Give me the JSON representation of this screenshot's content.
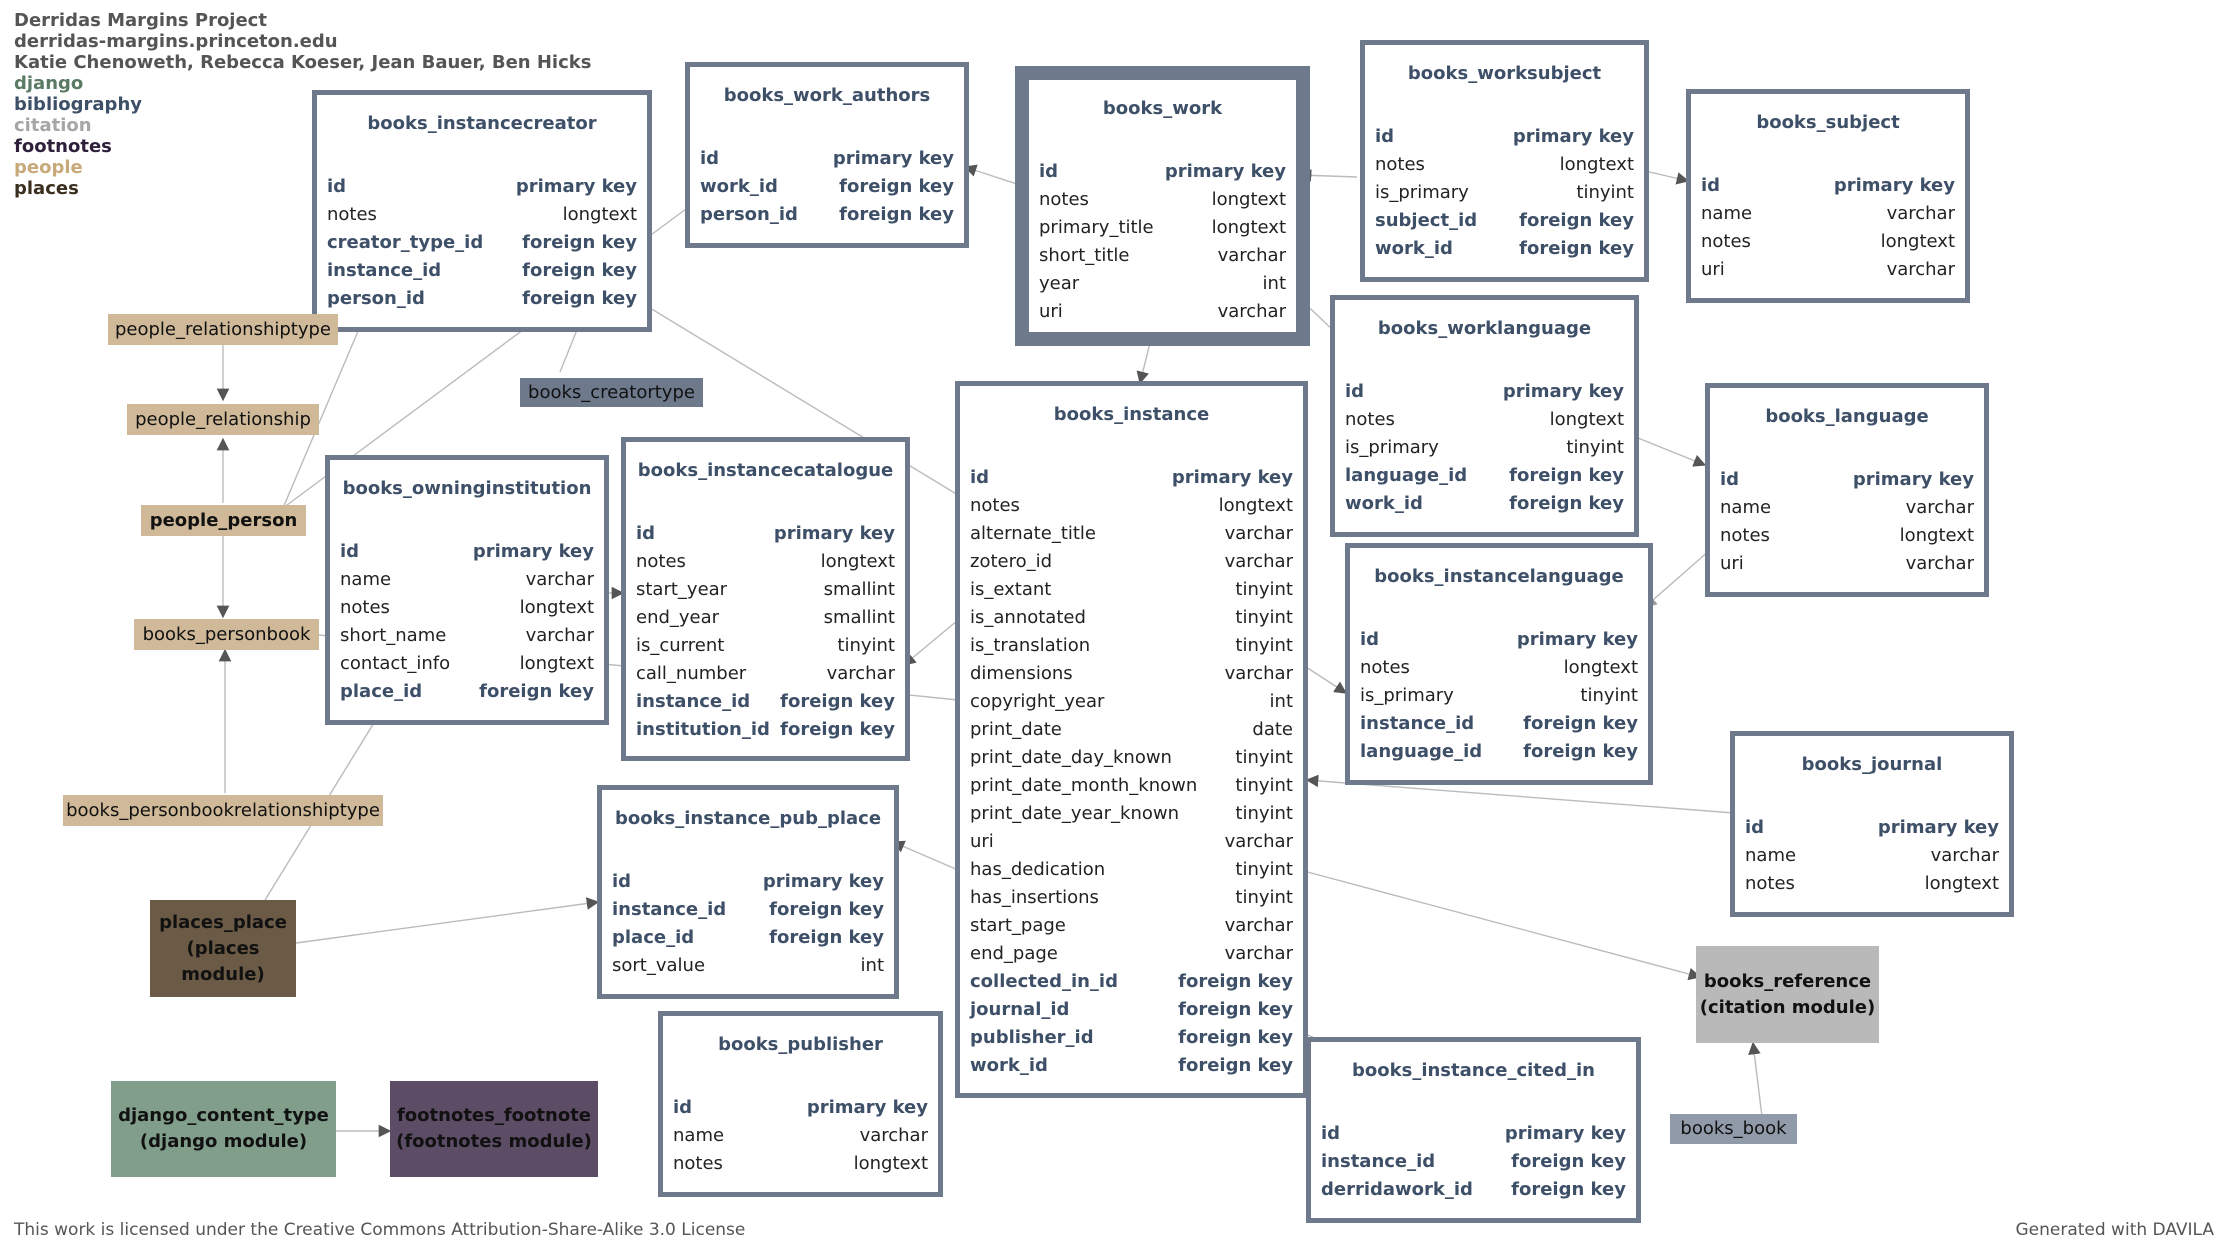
{
  "header": {
    "title": "Derridas Margins Project",
    "site": "derridas-margins.princeton.edu",
    "authors": "Katie Chenoweth, Rebecca Koeser, Jean Bauer, Ben Hicks"
  },
  "legend": [
    {
      "label": "django",
      "color": "#5a7a63"
    },
    {
      "label": "bibliography",
      "color": "#3e4f68"
    },
    {
      "label": "citation",
      "color": "#a6a6a6"
    },
    {
      "label": "footnotes",
      "color": "#2e1f3a"
    },
    {
      "label": "people",
      "color": "#c7a97a"
    },
    {
      "label": "places",
      "color": "#3a2e1e"
    }
  ],
  "tables": {
    "instancecreator": {
      "title": "books_instancecreator",
      "fields": [
        {
          "name": "id",
          "type": "primary key",
          "key": true
        },
        {
          "name": "notes",
          "type": "longtext",
          "key": false
        },
        {
          "name": "creator_type_id",
          "type": "foreign key",
          "key": true
        },
        {
          "name": "instance_id",
          "type": "foreign key",
          "key": true
        },
        {
          "name": "person_id",
          "type": "foreign key",
          "key": true
        }
      ]
    },
    "work_authors": {
      "title": "books_work_authors",
      "fields": [
        {
          "name": "id",
          "type": "primary key",
          "key": true
        },
        {
          "name": "work_id",
          "type": "foreign key",
          "key": true
        },
        {
          "name": "person_id",
          "type": "foreign key",
          "key": true
        }
      ]
    },
    "work": {
      "title": "books_work",
      "fields": [
        {
          "name": "id",
          "type": "primary key",
          "key": true
        },
        {
          "name": "notes",
          "type": "longtext",
          "key": false
        },
        {
          "name": "primary_title",
          "type": "longtext",
          "key": false
        },
        {
          "name": "short_title",
          "type": "varchar",
          "key": false
        },
        {
          "name": "year",
          "type": "int",
          "key": false
        },
        {
          "name": "uri",
          "type": "varchar",
          "key": false
        }
      ]
    },
    "worksubject": {
      "title": "books_worksubject",
      "fields": [
        {
          "name": "id",
          "type": "primary key",
          "key": true
        },
        {
          "name": "notes",
          "type": "longtext",
          "key": false
        },
        {
          "name": "is_primary",
          "type": "tinyint",
          "key": false
        },
        {
          "name": "subject_id",
          "type": "foreign key",
          "key": true
        },
        {
          "name": "work_id",
          "type": "foreign key",
          "key": true
        }
      ]
    },
    "subject": {
      "title": "books_subject",
      "fields": [
        {
          "name": "id",
          "type": "primary key",
          "key": true
        },
        {
          "name": "name",
          "type": "varchar",
          "key": false
        },
        {
          "name": "notes",
          "type": "longtext",
          "key": false
        },
        {
          "name": "uri",
          "type": "varchar",
          "key": false
        }
      ]
    },
    "worklanguage": {
      "title": "books_worklanguage",
      "fields": [
        {
          "name": "id",
          "type": "primary key",
          "key": true
        },
        {
          "name": "notes",
          "type": "longtext",
          "key": false
        },
        {
          "name": "is_primary",
          "type": "tinyint",
          "key": false
        },
        {
          "name": "language_id",
          "type": "foreign key",
          "key": true
        },
        {
          "name": "work_id",
          "type": "foreign key",
          "key": true
        }
      ]
    },
    "language": {
      "title": "books_language",
      "fields": [
        {
          "name": "id",
          "type": "primary key",
          "key": true
        },
        {
          "name": "name",
          "type": "varchar",
          "key": false
        },
        {
          "name": "notes",
          "type": "longtext",
          "key": false
        },
        {
          "name": "uri",
          "type": "varchar",
          "key": false
        }
      ]
    },
    "instance": {
      "title": "books_instance",
      "fields": [
        {
          "name": "id",
          "type": "primary key",
          "key": true
        },
        {
          "name": "notes",
          "type": "longtext",
          "key": false
        },
        {
          "name": "alternate_title",
          "type": "varchar",
          "key": false
        },
        {
          "name": "zotero_id",
          "type": "varchar",
          "key": false
        },
        {
          "name": "is_extant",
          "type": "tinyint",
          "key": false
        },
        {
          "name": "is_annotated",
          "type": "tinyint",
          "key": false
        },
        {
          "name": "is_translation",
          "type": "tinyint",
          "key": false
        },
        {
          "name": "dimensions",
          "type": "varchar",
          "key": false
        },
        {
          "name": "copyright_year",
          "type": "int",
          "key": false
        },
        {
          "name": "print_date",
          "type": "date",
          "key": false
        },
        {
          "name": "print_date_day_known",
          "type": "tinyint",
          "key": false
        },
        {
          "name": "print_date_month_known",
          "type": "tinyint",
          "key": false
        },
        {
          "name": "print_date_year_known",
          "type": "tinyint",
          "key": false
        },
        {
          "name": "uri",
          "type": "varchar",
          "key": false
        },
        {
          "name": "has_dedication",
          "type": "tinyint",
          "key": false
        },
        {
          "name": "has_insertions",
          "type": "tinyint",
          "key": false
        },
        {
          "name": "start_page",
          "type": "varchar",
          "key": false
        },
        {
          "name": "end_page",
          "type": "varchar",
          "key": false
        },
        {
          "name": "collected_in_id",
          "type": "foreign key",
          "key": true
        },
        {
          "name": "journal_id",
          "type": "foreign key",
          "key": true
        },
        {
          "name": "publisher_id",
          "type": "foreign key",
          "key": true
        },
        {
          "name": "work_id",
          "type": "foreign key",
          "key": true
        }
      ]
    },
    "owninginstitution": {
      "title": "books_owninginstitution",
      "fields": [
        {
          "name": "id",
          "type": "primary key",
          "key": true
        },
        {
          "name": "name",
          "type": "varchar",
          "key": false
        },
        {
          "name": "notes",
          "type": "longtext",
          "key": false
        },
        {
          "name": "short_name",
          "type": "varchar",
          "key": false
        },
        {
          "name": "contact_info",
          "type": "longtext",
          "key": false
        },
        {
          "name": "place_id",
          "type": "foreign key",
          "key": true
        }
      ]
    },
    "instancecatalogue": {
      "title": "books_instancecatalogue",
      "fields": [
        {
          "name": "id",
          "type": "primary key",
          "key": true
        },
        {
          "name": "notes",
          "type": "longtext",
          "key": false
        },
        {
          "name": "start_year",
          "type": "smallint",
          "key": false
        },
        {
          "name": "end_year",
          "type": "smallint",
          "key": false
        },
        {
          "name": "is_current",
          "type": "tinyint",
          "key": false
        },
        {
          "name": "call_number",
          "type": "varchar",
          "key": false
        },
        {
          "name": "instance_id",
          "type": "foreign key",
          "key": true
        },
        {
          "name": "institution_id",
          "type": "foreign key",
          "key": true
        }
      ]
    },
    "instancelanguage": {
      "title": "books_instancelanguage",
      "fields": [
        {
          "name": "id",
          "type": "primary key",
          "key": true
        },
        {
          "name": "notes",
          "type": "longtext",
          "key": false
        },
        {
          "name": "is_primary",
          "type": "tinyint",
          "key": false
        },
        {
          "name": "instance_id",
          "type": "foreign key",
          "key": true
        },
        {
          "name": "language_id",
          "type": "foreign key",
          "key": true
        }
      ]
    },
    "journal": {
      "title": "books_journal",
      "fields": [
        {
          "name": "id",
          "type": "primary key",
          "key": true
        },
        {
          "name": "name",
          "type": "varchar",
          "key": false
        },
        {
          "name": "notes",
          "type": "longtext",
          "key": false
        }
      ]
    },
    "pub_place": {
      "title": "books_instance_pub_place",
      "fields": [
        {
          "name": "id",
          "type": "primary key",
          "key": true
        },
        {
          "name": "instance_id",
          "type": "foreign key",
          "key": true
        },
        {
          "name": "place_id",
          "type": "foreign key",
          "key": true
        },
        {
          "name": "sort_value",
          "type": "int",
          "key": false
        }
      ]
    },
    "publisher": {
      "title": "books_publisher",
      "fields": [
        {
          "name": "id",
          "type": "primary key",
          "key": true
        },
        {
          "name": "name",
          "type": "varchar",
          "key": false
        },
        {
          "name": "notes",
          "type": "longtext",
          "key": false
        }
      ]
    },
    "cited_in": {
      "title": "books_instance_cited_in",
      "fields": [
        {
          "name": "id",
          "type": "primary key",
          "key": true
        },
        {
          "name": "instance_id",
          "type": "foreign key",
          "key": true
        },
        {
          "name": "derridawork_id",
          "type": "foreign key",
          "key": true
        }
      ]
    }
  },
  "tags": {
    "people_relationshiptype": "people_relationshiptype",
    "people_relationship": "people_relationship",
    "people_person": "people_person",
    "books_personbook": "books_personbook",
    "books_personbookrelationshiptype": "books_personbookrelationshiptype",
    "books_creatortype": "books_creatortype",
    "books_book": "books_book"
  },
  "modules": {
    "places_place": {
      "line1": "places_place",
      "line2": "(places",
      "line3": "module)",
      "color": "#6b5a45"
    },
    "django_content_type": {
      "line1": "django_content_type",
      "line2": "(django module)",
      "color": "#819e8b"
    },
    "footnotes_footnote": {
      "line1": "footnotes_footnote",
      "line2": "(footnotes module)",
      "color": "#5d4c66"
    },
    "books_reference": {
      "line1": "books_reference",
      "line2": "(citation module)",
      "color": "#b9b9b9"
    }
  },
  "footer": {
    "license": "This work is licensed under the Creative Commons Attribution-Share-Alike 3.0 License",
    "generator": "Generated with DAVILA"
  }
}
